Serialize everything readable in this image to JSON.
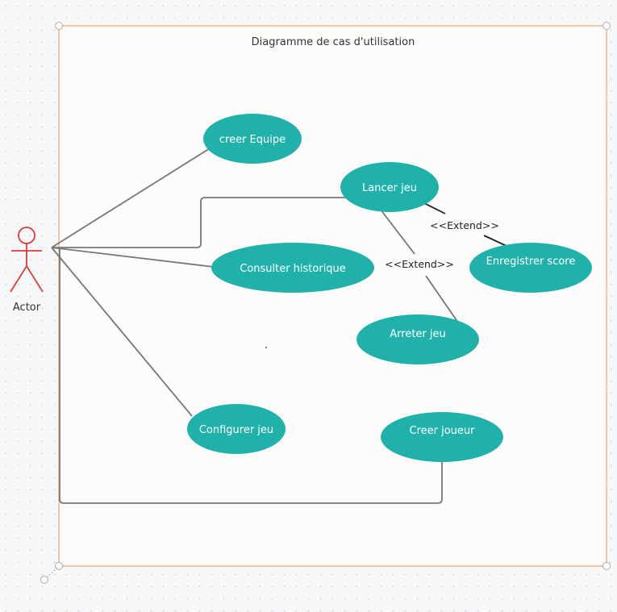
{
  "diagram": {
    "title": "Diagramme de cas d'utilisation",
    "actor": {
      "label": "Actor"
    },
    "use_cases": {
      "creer_equipe": "creer Equipe",
      "lancer_jeu": "Lancer jeu",
      "consulter_historique": "Consulter historique",
      "enregistrer_score": "Enregistrer score",
      "arreter_jeu": "Arreter jeu",
      "configurer_jeu": "Configurer jeu",
      "creer_joueur": "Creer joueur"
    },
    "relations": {
      "extend_score": "<<Extend>>",
      "extend_arreter": "<<Extend>>"
    }
  },
  "colors": {
    "use_case_fill": "#20b2aa",
    "boundary_stroke": "#f0b48a",
    "actor_stroke": "#e53935",
    "connector": "#777777"
  }
}
